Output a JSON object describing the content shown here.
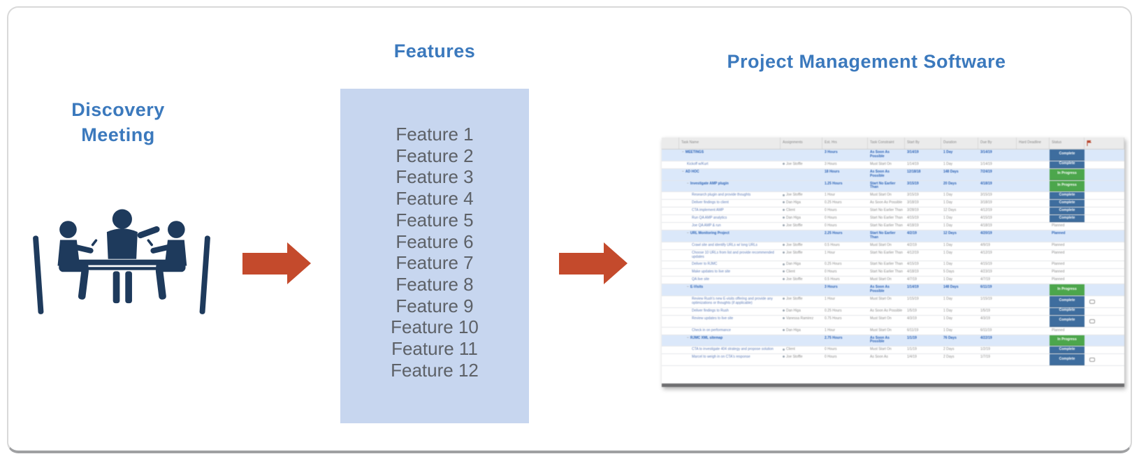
{
  "diagram": {
    "discovery": {
      "title": "Discovery Meeting"
    },
    "features": {
      "title": "Features",
      "items": [
        "Feature 1",
        "Feature 2",
        "Feature 3",
        "Feature 4",
        "Feature 5",
        "Feature 6",
        "Feature 7",
        "Feature 8",
        "Feature 9",
        "Feature 10",
        "Feature 11",
        "Feature 12"
      ]
    },
    "pm": {
      "title": "Project Management Software"
    }
  },
  "table": {
    "columns": [
      "Task Name",
      "Assignments",
      "Est. Hrs",
      "Task Constraint",
      "Start By",
      "Duration",
      "Due By",
      "Hard Deadline",
      "Status"
    ],
    "rows": [
      {
        "level": 0,
        "section": true,
        "name": "MEETINGS",
        "assignee": "",
        "est": "3 Hours",
        "constraint": "As Soon As Possible",
        "start": "3/14/19",
        "dur": "1 Day",
        "due": "3/14/19",
        "hard": "",
        "status": "Complete",
        "comment": false
      },
      {
        "level": 1,
        "section": false,
        "name": "Kickoff w/Kurt",
        "assignee": "Joe Stoffle",
        "est": "3 Hours",
        "constraint": "Must Start On",
        "start": "1/14/19",
        "dur": "1 Day",
        "due": "1/14/19",
        "hard": "",
        "status": "Complete",
        "comment": false
      },
      {
        "level": 0,
        "section": true,
        "name": "AD HOC",
        "assignee": "",
        "est": "18 Hours",
        "constraint": "As Soon As Possible",
        "start": "12/18/18",
        "dur": "148 Days",
        "due": "7/24/19",
        "hard": "",
        "status": "In Progress",
        "comment": false
      },
      {
        "level": 1,
        "section": true,
        "name": "Investigate AMP plugin",
        "assignee": "",
        "est": "1.25 Hours",
        "constraint": "Start No Earlier Than",
        "start": "3/15/19",
        "dur": "20 Days",
        "due": "4/18/19",
        "hard": "",
        "status": "In Progress",
        "comment": false
      },
      {
        "level": 2,
        "section": false,
        "name": "Research plugin and provide thoughts",
        "assignee": "Joe Stoffle",
        "est": "1 Hour",
        "constraint": "Must Start On",
        "start": "3/15/19",
        "dur": "1 Day",
        "due": "3/15/19",
        "hard": "",
        "status": "Complete",
        "comment": false
      },
      {
        "level": 2,
        "section": false,
        "name": "Deliver findings to client",
        "assignee": "Dan Higa",
        "est": "0.25 Hours",
        "constraint": "As Soon As Possible",
        "start": "3/18/19",
        "dur": "1 Day",
        "due": "3/18/19",
        "hard": "",
        "status": "Complete",
        "comment": false
      },
      {
        "level": 2,
        "section": false,
        "name": "CTA implement AMP",
        "assignee": "Client",
        "est": "0 Hours",
        "constraint": "Start No Earlier Than",
        "start": "3/28/19",
        "dur": "12 Days",
        "due": "4/12/19",
        "hard": "",
        "status": "Complete",
        "comment": false
      },
      {
        "level": 2,
        "section": false,
        "name": "Run QA AMP analytics",
        "assignee": "Dan Higa",
        "est": "0 Hours",
        "constraint": "Start No Earlier Than",
        "start": "4/15/19",
        "dur": "1 Day",
        "due": "4/15/19",
        "hard": "",
        "status": "Complete",
        "comment": false
      },
      {
        "level": 2,
        "section": false,
        "name": "Joe QA AMP & run",
        "assignee": "Joe Stoffle",
        "est": "0 Hours",
        "constraint": "Start No Earlier Than",
        "start": "4/18/19",
        "dur": "1 Day",
        "due": "4/18/19",
        "hard": "",
        "status": "Planned",
        "comment": false
      },
      {
        "level": 1,
        "section": true,
        "name": "URL Monitoring Project",
        "assignee": "",
        "est": "2.25 Hours",
        "constraint": "Start No Earlier Than",
        "start": "4/2/19",
        "dur": "12 Days",
        "due": "4/20/19",
        "hard": "",
        "status": "Planned",
        "comment": false
      },
      {
        "level": 2,
        "section": false,
        "name": "Crawl site and identify URLs w/ long URLs",
        "assignee": "Joe Stoffle",
        "est": "0.5 Hours",
        "constraint": "Must Start On",
        "start": "4/2/19",
        "dur": "1 Day",
        "due": "4/9/19",
        "hard": "",
        "status": "Planned",
        "comment": false
      },
      {
        "level": 2,
        "section": false,
        "name": "Choose 10 URLs from list and provide recommended updates",
        "assignee": "Joe Stoffle",
        "est": "1 Hour",
        "constraint": "Start No Earlier Than",
        "start": "4/12/19",
        "dur": "1 Day",
        "due": "4/12/19",
        "hard": "",
        "status": "Planned",
        "comment": false
      },
      {
        "level": 2,
        "section": false,
        "name": "Deliver to RJMC",
        "assignee": "Dan Higa",
        "est": "0.25 Hours",
        "constraint": "Start No Earlier Than",
        "start": "4/15/19",
        "dur": "1 Day",
        "due": "4/15/19",
        "hard": "",
        "status": "Planned",
        "comment": false
      },
      {
        "level": 2,
        "section": false,
        "name": "Make updates to live site",
        "assignee": "Client",
        "est": "0 Hours",
        "constraint": "Start No Earlier Than",
        "start": "4/18/19",
        "dur": "5 Days",
        "due": "4/23/19",
        "hard": "",
        "status": "Planned",
        "comment": false
      },
      {
        "level": 2,
        "section": false,
        "name": "QA live site",
        "assignee": "Joe Stoffle",
        "est": "0.5 Hours",
        "constraint": "Must Start On",
        "start": "4/7/19",
        "dur": "1 Day",
        "due": "4/7/19",
        "hard": "",
        "status": "Planned",
        "comment": false
      },
      {
        "level": 1,
        "section": true,
        "name": "E-Visits",
        "assignee": "",
        "est": "3 Hours",
        "constraint": "As Soon As Possible",
        "start": "1/14/19",
        "dur": "148 Days",
        "due": "6/11/19",
        "hard": "",
        "status": "In Progress",
        "comment": false
      },
      {
        "level": 2,
        "section": false,
        "name": "Review Rush's new E-visits offering and provide any optimizations or thoughts (if applicable)",
        "assignee": "Joe Stoffle",
        "est": "1 Hour",
        "constraint": "Must Start On",
        "start": "1/15/19",
        "dur": "1 Day",
        "due": "1/15/19",
        "hard": "",
        "status": "Complete",
        "comment": true
      },
      {
        "level": 2,
        "section": false,
        "name": "Deliver findings to Rush",
        "assignee": "Dan Higa",
        "est": "0.25 Hours",
        "constraint": "As Soon As Possible",
        "start": "1/5/19",
        "dur": "1 Day",
        "due": "1/5/19",
        "hard": "",
        "status": "Complete",
        "comment": false
      },
      {
        "level": 2,
        "section": false,
        "name": "Review updates to live site",
        "assignee": "Vanessa Ramirez",
        "est": "0.75 Hours",
        "constraint": "Must Start On",
        "start": "4/3/19",
        "dur": "1 Day",
        "due": "4/3/19",
        "hard": "",
        "status": "Complete",
        "comment": true
      },
      {
        "level": 2,
        "section": false,
        "name": "Check in on performance",
        "assignee": "Dan Higa",
        "est": "1 Hour",
        "constraint": "Must Start On",
        "start": "6/11/19",
        "dur": "1 Day",
        "due": "6/11/19",
        "hard": "",
        "status": "Planned",
        "comment": false
      },
      {
        "level": 1,
        "section": true,
        "name": "RJMC XML sitemap",
        "assignee": "",
        "est": "2.75 Hours",
        "constraint": "As Soon As Possible",
        "start": "1/1/19",
        "dur": "76 Days",
        "due": "4/22/19",
        "hard": "",
        "status": "In Progress",
        "comment": false
      },
      {
        "level": 2,
        "section": false,
        "name": "CTA to investigate 404 strategy and propose solution",
        "assignee": "Client",
        "est": "0 Hours",
        "constraint": "Must Start On",
        "start": "1/1/19",
        "dur": "2 Days",
        "due": "1/2/19",
        "hard": "",
        "status": "Complete",
        "comment": false
      },
      {
        "level": 2,
        "section": false,
        "name": "Marcel to weigh in on CTA's response",
        "assignee": "Joe Stoffle",
        "est": "0 Hours",
        "constraint": "As Soon As",
        "start": "1/4/19",
        "dur": "2 Days",
        "due": "1/7/19",
        "hard": "",
        "status": "Complete",
        "comment": true
      }
    ],
    "status_labels": {
      "complete": "Complete",
      "in_progress": "In Progress",
      "planned": "Planned"
    }
  },
  "icons": [
    "meeting-icon",
    "right-arrow-icon",
    "flag-icon",
    "comment-icon",
    "avatar-icon"
  ],
  "colors": {
    "heading_blue": "#3b79bd",
    "icon_navy": "#1e3a5c",
    "arrow_red": "#c44a2c",
    "feature_box_blue": "#c7d6ef",
    "feature_text_gray": "#5d6167",
    "status_complete": "#3e6d9e",
    "status_in_progress": "#4ca64c",
    "section_row_blue": "#dbe8fa",
    "flag_red": "#b8472e"
  }
}
